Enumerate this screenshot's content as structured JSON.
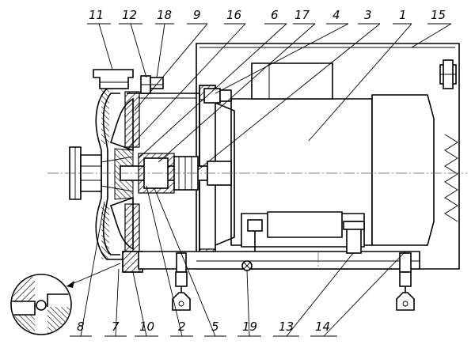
{
  "callouts": {
    "c1": "1",
    "c2": "2",
    "c3": "3",
    "c4": "4",
    "c5": "5",
    "c6": "6",
    "c7": "7",
    "c8": "8",
    "c9": "9",
    "c10": "10",
    "c11": "11",
    "c12": "12",
    "c13": "13",
    "c14": "14",
    "c15": "15",
    "c16": "16",
    "c17": "17",
    "c18": "18",
    "c19": "19"
  },
  "colors": {
    "line": "#000000",
    "hatch": "#000000",
    "background": "#ffffff"
  }
}
